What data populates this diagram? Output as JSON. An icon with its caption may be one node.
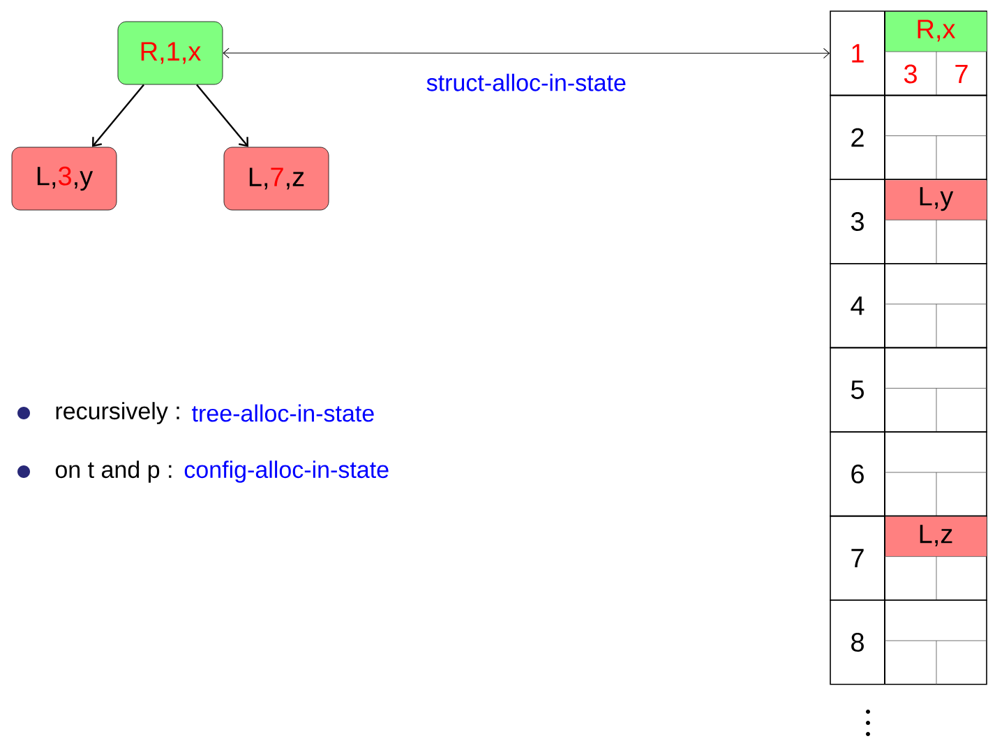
{
  "diagram": {
    "nodes": [
      {
        "text": [
          "R,1,x"
        ]
      },
      {
        "text": [
          "L,",
          "3",
          ",y"
        ]
      },
      {
        "text": [
          "L,",
          "7",
          ",z"
        ]
      },
      {
        "text": [
          "1",
          "R,x",
          "3",
          "7"
        ]
      },
      {
        "text": [
          "2"
        ]
      },
      {
        "text": [
          "3",
          "L,y"
        ]
      },
      {
        "text": [
          "4"
        ]
      },
      {
        "text": [
          "5"
        ]
      },
      {
        "text": [
          "6"
        ]
      },
      {
        "text": [
          "7",
          "L,z"
        ]
      },
      {
        "text": [
          "8"
        ]
      }
    ],
    "edges": [
      {
        "from": 0,
        "to": 1,
        "arrow": "to"
      },
      {
        "from": 0,
        "to": 2,
        "arrow": "to"
      },
      {
        "from": 0,
        "to": 3,
        "arrow": "both",
        "label": "struct-alloc-in-state"
      }
    ],
    "labels": [
      "recursively :",
      "tree-alloc-in-state",
      "on t and p :",
      "config-alloc-in-state"
    ]
  }
}
